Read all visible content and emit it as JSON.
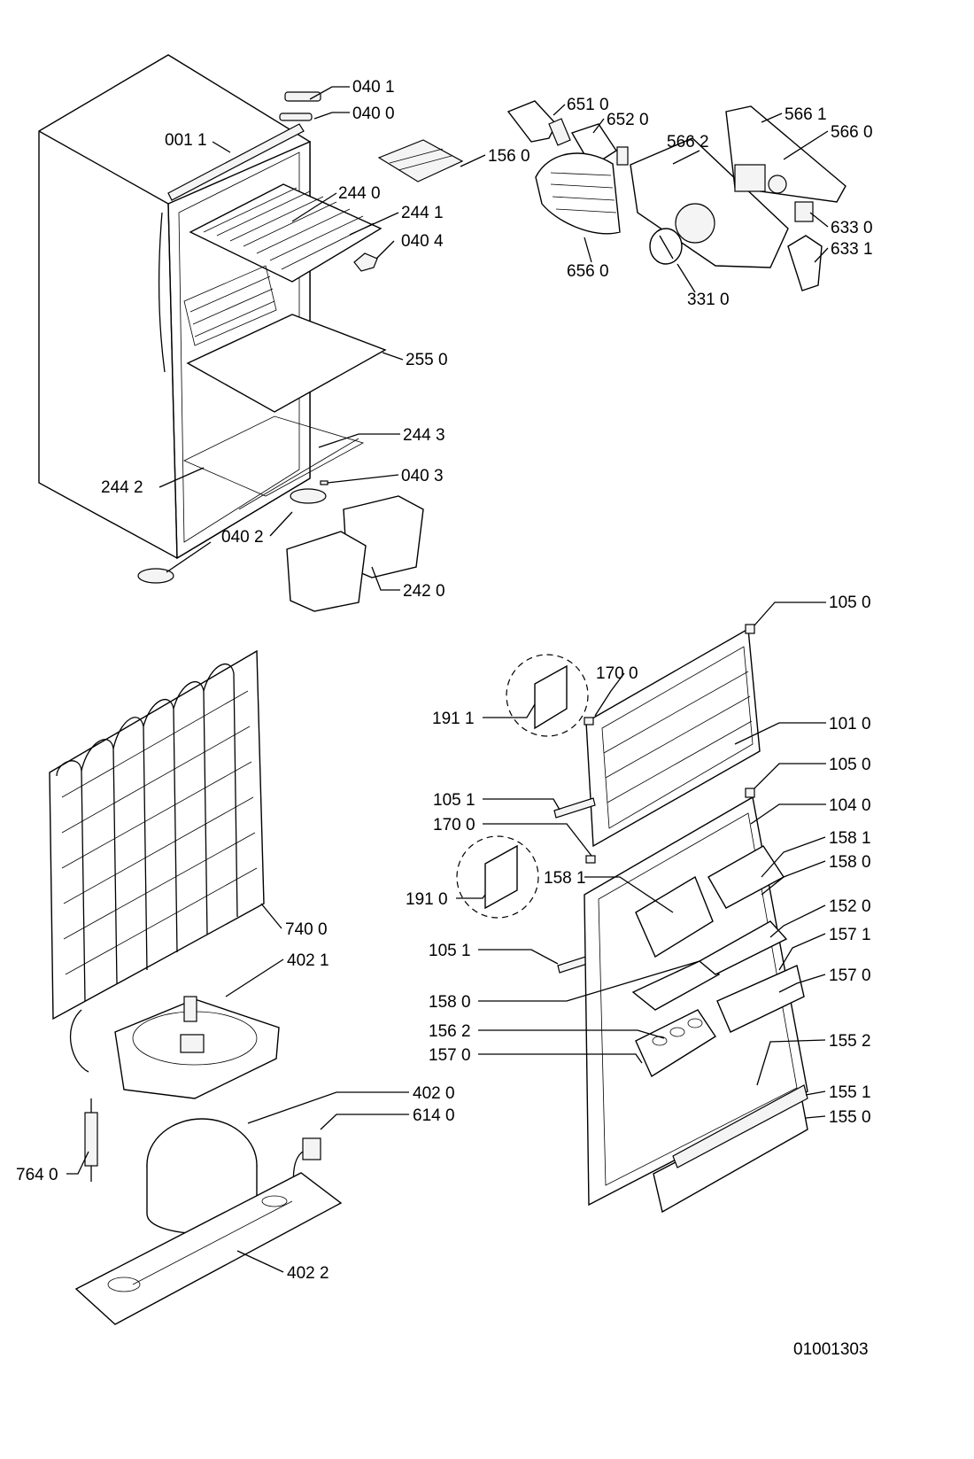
{
  "drawing_number": "01001303",
  "parts": [
    {
      "id": "p0401",
      "label": "040 1"
    },
    {
      "id": "p0400",
      "label": "040 0"
    },
    {
      "id": "p0011",
      "label": "001 1"
    },
    {
      "id": "p1560",
      "label": "156 0"
    },
    {
      "id": "p2440",
      "label": "244 0"
    },
    {
      "id": "p2441",
      "label": "244 1"
    },
    {
      "id": "p0404",
      "label": "040 4"
    },
    {
      "id": "p2550",
      "label": "255 0"
    },
    {
      "id": "p2443",
      "label": "244 3"
    },
    {
      "id": "p2442",
      "label": "244 2"
    },
    {
      "id": "p0403",
      "label": "040 3"
    },
    {
      "id": "p0402",
      "label": "040 2"
    },
    {
      "id": "p2420",
      "label": "242 0"
    },
    {
      "id": "p6510",
      "label": "651 0"
    },
    {
      "id": "p6520",
      "label": "652 0"
    },
    {
      "id": "p5661",
      "label": "566 1"
    },
    {
      "id": "p5660",
      "label": "566 0"
    },
    {
      "id": "p5662",
      "label": "566 2"
    },
    {
      "id": "p6330",
      "label": "633 0"
    },
    {
      "id": "p6331",
      "label": "633 1"
    },
    {
      "id": "p6560",
      "label": "656 0"
    },
    {
      "id": "p3310",
      "label": "331 0"
    },
    {
      "id": "p1050a",
      "label": "105 0"
    },
    {
      "id": "p1700a",
      "label": "170 0"
    },
    {
      "id": "p1911",
      "label": "191 1"
    },
    {
      "id": "p1010",
      "label": "101 0"
    },
    {
      "id": "p1050b",
      "label": "105 0"
    },
    {
      "id": "p1051a",
      "label": "105 1"
    },
    {
      "id": "p1040",
      "label": "104 0"
    },
    {
      "id": "p1700b",
      "label": "170 0"
    },
    {
      "id": "p1581a",
      "label": "158 1"
    },
    {
      "id": "p1580a",
      "label": "158 0"
    },
    {
      "id": "p1910",
      "label": "191 0"
    },
    {
      "id": "p1581b",
      "label": "158 1"
    },
    {
      "id": "p1520",
      "label": "152 0"
    },
    {
      "id": "p1571",
      "label": "157 1"
    },
    {
      "id": "p1051b",
      "label": "105 1"
    },
    {
      "id": "p1570a",
      "label": "157 0"
    },
    {
      "id": "p1580b",
      "label": "158 0"
    },
    {
      "id": "p1562",
      "label": "156 2"
    },
    {
      "id": "p1570b",
      "label": "157 0"
    },
    {
      "id": "p1552",
      "label": "155 2"
    },
    {
      "id": "p1551",
      "label": "155 1"
    },
    {
      "id": "p1550",
      "label": "155 0"
    },
    {
      "id": "p7400",
      "label": "740 0"
    },
    {
      "id": "p4021",
      "label": "402 1"
    },
    {
      "id": "p4020",
      "label": "402 0"
    },
    {
      "id": "p6140",
      "label": "614 0"
    },
    {
      "id": "p7640",
      "label": "764 0"
    },
    {
      "id": "p4022",
      "label": "402 2"
    }
  ]
}
